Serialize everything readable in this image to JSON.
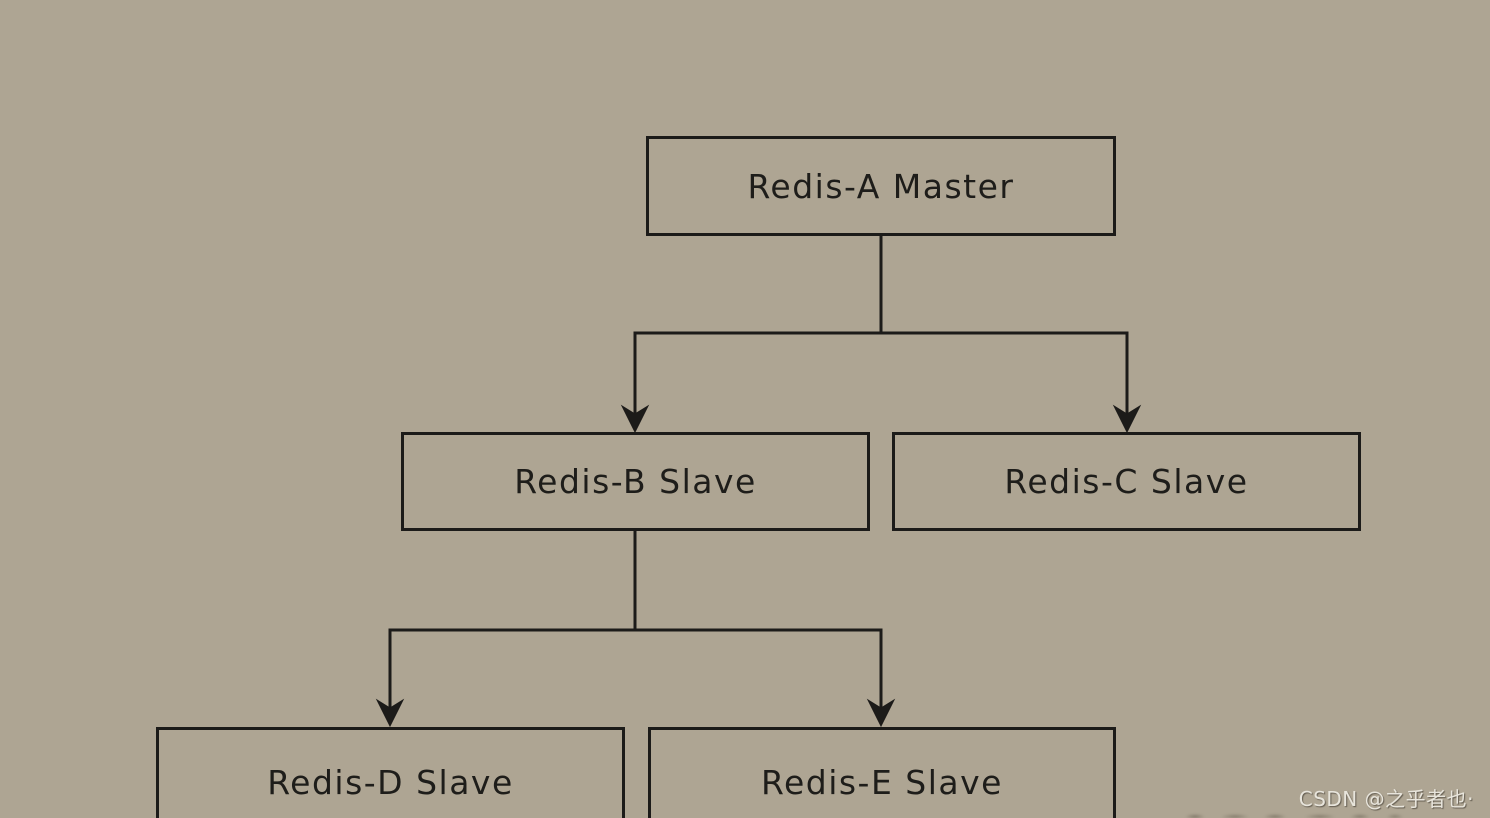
{
  "diagram": {
    "type": "tree",
    "nodes": [
      {
        "id": "A",
        "label": "Redis-A Master",
        "role": "master"
      },
      {
        "id": "B",
        "label": "Redis-B Slave",
        "role": "slave"
      },
      {
        "id": "C",
        "label": "Redis-C Slave",
        "role": "slave"
      },
      {
        "id": "D",
        "label": "Redis-D Slave",
        "role": "slave"
      },
      {
        "id": "E",
        "label": "Redis-E Slave",
        "role": "slave"
      }
    ],
    "edges": [
      {
        "from": "A",
        "to": "B"
      },
      {
        "from": "A",
        "to": "C"
      },
      {
        "from": "B",
        "to": "D"
      },
      {
        "from": "B",
        "to": "E"
      }
    ]
  },
  "watermark": {
    "text": "CSDN @之乎者也·"
  },
  "colors": {
    "background": "#aea593",
    "line": "#1c1b19",
    "text": "#1e1d1a",
    "watermark": "#e8e5dc"
  }
}
